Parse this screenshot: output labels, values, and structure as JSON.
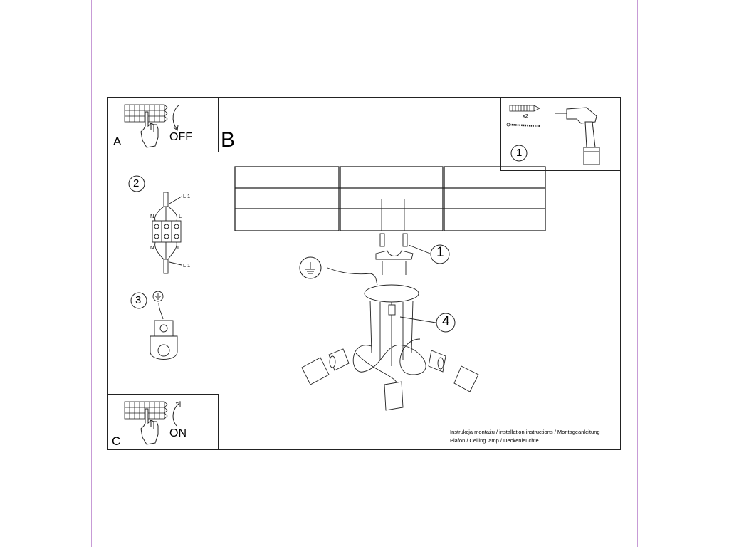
{
  "colors": {
    "frame": "#c79bd6",
    "ink": "#222222"
  },
  "panel_a": {
    "letter": "A",
    "label": "OFF"
  },
  "panel_c": {
    "letter": "C",
    "label": "ON"
  },
  "panel_b": {
    "letter": "B"
  },
  "step_mount": {
    "number": "1",
    "washer_label": "x2"
  },
  "step_wiring": {
    "number": "2",
    "labels": {
      "n": "N",
      "l": "L",
      "l1": "L 1"
    }
  },
  "step_ground": {
    "number": "3"
  },
  "callouts": {
    "bracket": "1",
    "bulb": "4"
  },
  "caption": {
    "line1": "Instrukcja montażu / installation instructions / Montageanleitung",
    "line2": "Plafon / Ceiling lamp / Deckenleuchte"
  }
}
